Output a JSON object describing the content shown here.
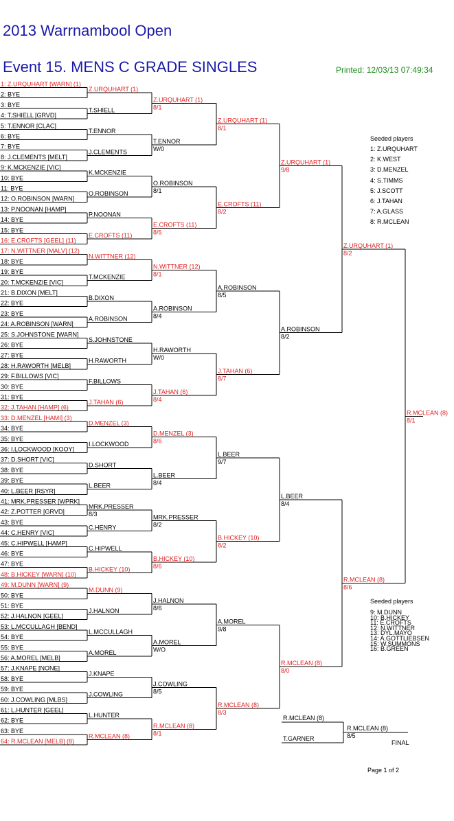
{
  "header": {
    "title": "2013 Warrnambool Open",
    "event": "Event 15. MENS C GRADE SINGLES",
    "printed": "Printed: 12/03/13 07:49:34"
  },
  "round1": [
    {
      "text": "1: Z.URQUHART [WARN] (1)",
      "seed": true
    },
    {
      "text": "2: BYE"
    },
    {
      "text": "3: BYE"
    },
    {
      "text": "4: T.SHIELL [GRVD]"
    },
    {
      "text": "5: T.ENNOR [CLAC]"
    },
    {
      "text": "6: BYE"
    },
    {
      "text": "7: BYE"
    },
    {
      "text": "8: J.CLEMENTS [MELT]"
    },
    {
      "text": "9: K.MCKENZIE [VIC]"
    },
    {
      "text": "10: BYE"
    },
    {
      "text": "11: BYE"
    },
    {
      "text": "12: O.ROBINSON [WARN]"
    },
    {
      "text": "13: P.NOONAN [HAMP]"
    },
    {
      "text": "14: BYE"
    },
    {
      "text": "15: BYE"
    },
    {
      "text": "16: E.CROFTS [GEEL] (11)",
      "seed": true
    },
    {
      "text": "17: N.WITTNER [MALV] (12)",
      "seed": true
    },
    {
      "text": "18: BYE"
    },
    {
      "text": "19: BYE"
    },
    {
      "text": "20: T.MCKENZIE [VIC]"
    },
    {
      "text": "21: B.DIXON [MELT]"
    },
    {
      "text": "22: BYE"
    },
    {
      "text": "23: BYE"
    },
    {
      "text": "24: A.ROBINSON [WARN]"
    },
    {
      "text": "25: S.JOHNSTONE [WARN]"
    },
    {
      "text": "26: BYE"
    },
    {
      "text": "27: BYE"
    },
    {
      "text": "28: H.RAWORTH [MELB]"
    },
    {
      "text": "29: F.BILLOWS [VIC]"
    },
    {
      "text": "30: BYE"
    },
    {
      "text": "31: BYE"
    },
    {
      "text": "32: J.TAHAN [HAMP] (6)",
      "seed": true
    },
    {
      "text": "33: D.MENZEL [HAMI] (3)",
      "seed": true
    },
    {
      "text": "34: BYE"
    },
    {
      "text": "35: BYE"
    },
    {
      "text": "36: I.LOCKWOOD [KOOY]"
    },
    {
      "text": "37: D.SHORT [VIC]"
    },
    {
      "text": "38: BYE"
    },
    {
      "text": "39: BYE"
    },
    {
      "text": "40: L.BEER [RSYR]"
    },
    {
      "text": "41: MRK.PRESSER [WPRK]"
    },
    {
      "text": "42: Z.POTTER [GRVD]"
    },
    {
      "text": "43: BYE"
    },
    {
      "text": "44: C.HENRY [VIC]"
    },
    {
      "text": "45: C.HIPWELL [HAMP]"
    },
    {
      "text": "46: BYE"
    },
    {
      "text": "47: BYE"
    },
    {
      "text": "48: B.HICKEY [WARN] (10)",
      "seed": true
    },
    {
      "text": "49: M.DUNN [WARN] (9)",
      "seed": true
    },
    {
      "text": "50: BYE"
    },
    {
      "text": "51: BYE"
    },
    {
      "text": "52: J.HALNON [GEEL]"
    },
    {
      "text": "53: L.MCCULLAGH [BEND]"
    },
    {
      "text": "54: BYE"
    },
    {
      "text": "55: BYE"
    },
    {
      "text": "56: A.MOREL [MELB]"
    },
    {
      "text": "57: J.KNAPE [NONE]"
    },
    {
      "text": "58: BYE"
    },
    {
      "text": "59: BYE"
    },
    {
      "text": "60: J.COWLING [MLBS]"
    },
    {
      "text": "61: L.HUNTER [GEEL]"
    },
    {
      "text": "62: BYE"
    },
    {
      "text": "63: BYE"
    },
    {
      "text": "64: R.MCLEAN [MELB] (8)",
      "seed": true
    }
  ],
  "round2": [
    {
      "name": "Z.URQUHART (1)",
      "seed": true
    },
    {
      "name": "T.SHIELL"
    },
    {
      "name": "T.ENNOR"
    },
    {
      "name": "J.CLEMENTS"
    },
    {
      "name": "K.MCKENZIE"
    },
    {
      "name": "O.ROBINSON"
    },
    {
      "name": "P.NOONAN"
    },
    {
      "name": "E.CROFTS (11)",
      "seed": true
    },
    {
      "name": "N.WITTNER (12)",
      "seed": true
    },
    {
      "name": "T.MCKENZIE"
    },
    {
      "name": "B.DIXON"
    },
    {
      "name": "A.ROBINSON"
    },
    {
      "name": "S.JOHNSTONE"
    },
    {
      "name": "H.RAWORTH"
    },
    {
      "name": "F.BILLOWS"
    },
    {
      "name": "J.TAHAN (6)",
      "seed": true
    },
    {
      "name": "D.MENZEL (3)",
      "seed": true
    },
    {
      "name": "I.LOCKWOOD"
    },
    {
      "name": "D.SHORT"
    },
    {
      "name": "L.BEER"
    },
    {
      "name": "MRK.PRESSER",
      "score": "8/3"
    },
    {
      "name": "C.HENRY"
    },
    {
      "name": "C.HIPWELL"
    },
    {
      "name": "B.HICKEY (10)",
      "seed": true
    },
    {
      "name": "M.DUNN (9)",
      "seed": true
    },
    {
      "name": "J.HALNON"
    },
    {
      "name": "L.MCCULLAGH"
    },
    {
      "name": "A.MOREL"
    },
    {
      "name": "J.KNAPE"
    },
    {
      "name": "J.COWLING"
    },
    {
      "name": "L.HUNTER"
    },
    {
      "name": "R.MCLEAN (8)",
      "seed": true
    }
  ],
  "round3": [
    {
      "name": "Z.URQUHART (1)",
      "score": "8/1",
      "seed": true
    },
    {
      "name": "T.ENNOR",
      "score": "W/0"
    },
    {
      "name": "O.ROBINSON",
      "score": "8/1"
    },
    {
      "name": "E.CROFTS (11)",
      "score": "8/5",
      "seed": true
    },
    {
      "name": "N.WITTNER (12)",
      "score": "8/1",
      "seed": true
    },
    {
      "name": "A.ROBINSON",
      "score": "8/4"
    },
    {
      "name": "H.RAWORTH",
      "score": "W/0"
    },
    {
      "name": "J.TAHAN (6)",
      "score": "8/4",
      "seed": true
    },
    {
      "name": "D.MENZEL (3)",
      "score": "8/6",
      "seed": true
    },
    {
      "name": "L.BEER",
      "score": "8/4"
    },
    {
      "name": "MRK.PRESSER",
      "score": "8/2"
    },
    {
      "name": "B.HICKEY (10)",
      "score": "8/6",
      "seed": true
    },
    {
      "name": "J.HALNON",
      "score": "8/6"
    },
    {
      "name": "A.MOREL",
      "score": "W/O"
    },
    {
      "name": "J.COWLING",
      "score": "8/5"
    },
    {
      "name": "R.MCLEAN (8)",
      "score": "8/1",
      "seed": true
    }
  ],
  "round4": [
    {
      "name": "Z.URQUHART (1)",
      "score": "8/1",
      "seed": true
    },
    {
      "name": "E.CROFTS (11)",
      "score": "8/2",
      "seed": true
    },
    {
      "name": "A.ROBINSON",
      "score": "8/5"
    },
    {
      "name": "J.TAHAN (6)",
      "score": "8/7",
      "seed": true
    },
    {
      "name": "L.BEER",
      "score": "9/7"
    },
    {
      "name": "B.HICKEY (10)",
      "score": "8/2",
      "seed": true
    },
    {
      "name": "A.MOREL",
      "score": "9/8"
    },
    {
      "name": "R.MCLEAN (8)",
      "score": "8/3",
      "seed": true
    }
  ],
  "round5": [
    {
      "name": "Z.URQUHART (1)",
      "score": "9/8",
      "seed": true
    },
    {
      "name": "A.ROBINSON",
      "score": "8/2"
    },
    {
      "name": "L.BEER",
      "score": "8/4"
    },
    {
      "name": "R.MCLEAN (8)",
      "score": "8/0",
      "seed": true
    }
  ],
  "round6": [
    {
      "name": "Z.URQUHART (1)",
      "score": "8/2",
      "seed": true
    },
    {
      "name": "R.MCLEAN (8)",
      "score": "8/6",
      "seed": true
    }
  ],
  "round7": [
    {
      "name": "R.MCLEAN (8)",
      "score": "8/1",
      "seed": true
    }
  ],
  "final": {
    "player1": "R.MCLEAN (8)",
    "player2": "T.GARNER",
    "winner": "R.MCLEAN (8)",
    "score": "8/5",
    "label": "FINAL"
  },
  "seeds_top": {
    "title": "Seeded players",
    "items": [
      "1: Z.URQUHART",
      "2: K.WEST",
      "3: D.MENZEL",
      "4: S.TIMMS",
      "5: J.SCOTT",
      "6: J.TAHAN",
      "7: A.GLASS",
      "8: R.MCLEAN"
    ]
  },
  "seeds_bottom": {
    "title": "Seeded players",
    "items": [
      "9: M.DUNN",
      "10: B.HICKEY",
      "11: E.CROFTS",
      "12: N.WITTNER",
      "13: DYL.MAYO",
      "14: A.GOTTLIEBSEN",
      "15: W.SUMMONS",
      "16: B.GREEN"
    ]
  },
  "footer": {
    "page": "Page 1 of 2"
  },
  "colors": {
    "seed": "#e02020",
    "text": "#000000",
    "title": "#1a1aa8",
    "printed": "#1e8c1e",
    "line": "#000000"
  }
}
